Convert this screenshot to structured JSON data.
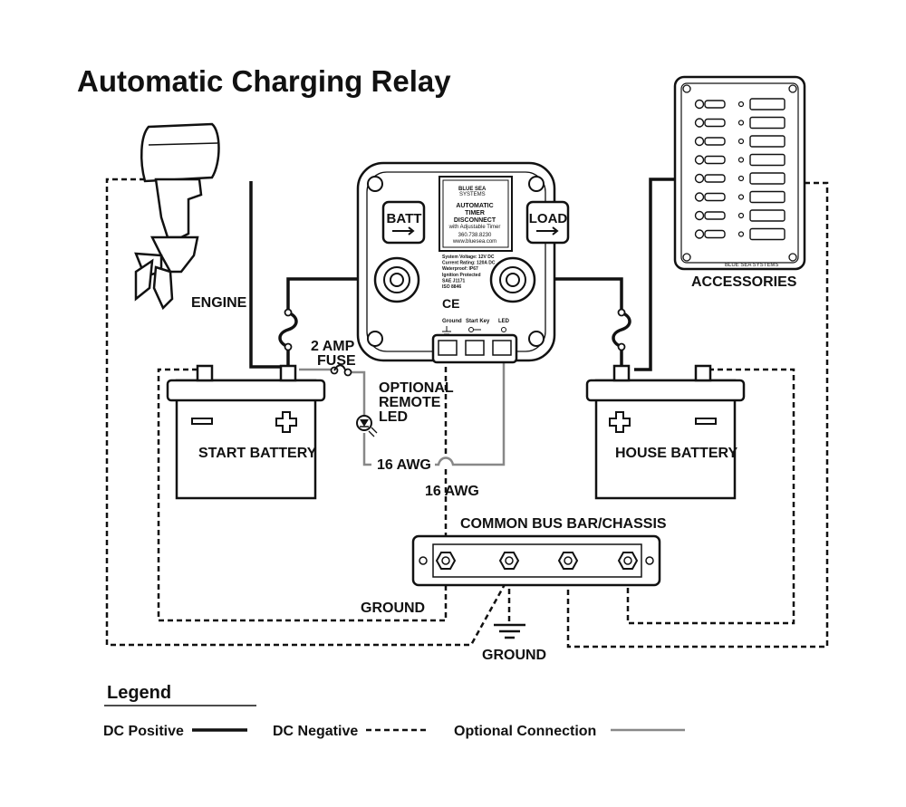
{
  "title": "Automatic Charging Relay",
  "labels": {
    "engine": "ENGINE",
    "accessories": "ACCESSORIES",
    "start_battery": "START BATTERY",
    "house_battery": "HOUSE BATTERY",
    "fuse_line1": "2 AMP",
    "fuse_line2": "FUSE",
    "led_line1": "OPTIONAL",
    "led_line2": "REMOTE",
    "led_line3": "LED",
    "awg_1": "16 AWG",
    "awg_2": "16 AWG",
    "bus_bar": "COMMON BUS BAR/CHASSIS",
    "ground_left": "GROUND",
    "ground_bottom": "GROUND"
  },
  "device": {
    "brand_line1": "BLUE SEA",
    "brand_line2": "SYSTEMS",
    "name_line1": "AUTOMATIC",
    "name_line2": "TIMER",
    "name_line3": "DISCONNECT",
    "name_sub": "with Adjustable Timer",
    "phone": "360.738.8230",
    "web": "www.bluesea.com",
    "batt": "BATT",
    "load": "LOAD",
    "specs": [
      "System Voltage: 12V DC",
      "Current Rating: 120A DC",
      "Waterproof: IP67",
      "Ignition Protected",
      "SAE J1171",
      "ISO 8846"
    ],
    "ce": "CE",
    "term_ground": "Ground",
    "term_start": "Start Key",
    "term_led": "LED"
  },
  "panel_brand": "BLUE SEA SYSTEMS",
  "legend": {
    "title": "Legend",
    "dc_positive": "DC Positive",
    "dc_negative": "DC Negative",
    "optional": "Optional Connection"
  }
}
